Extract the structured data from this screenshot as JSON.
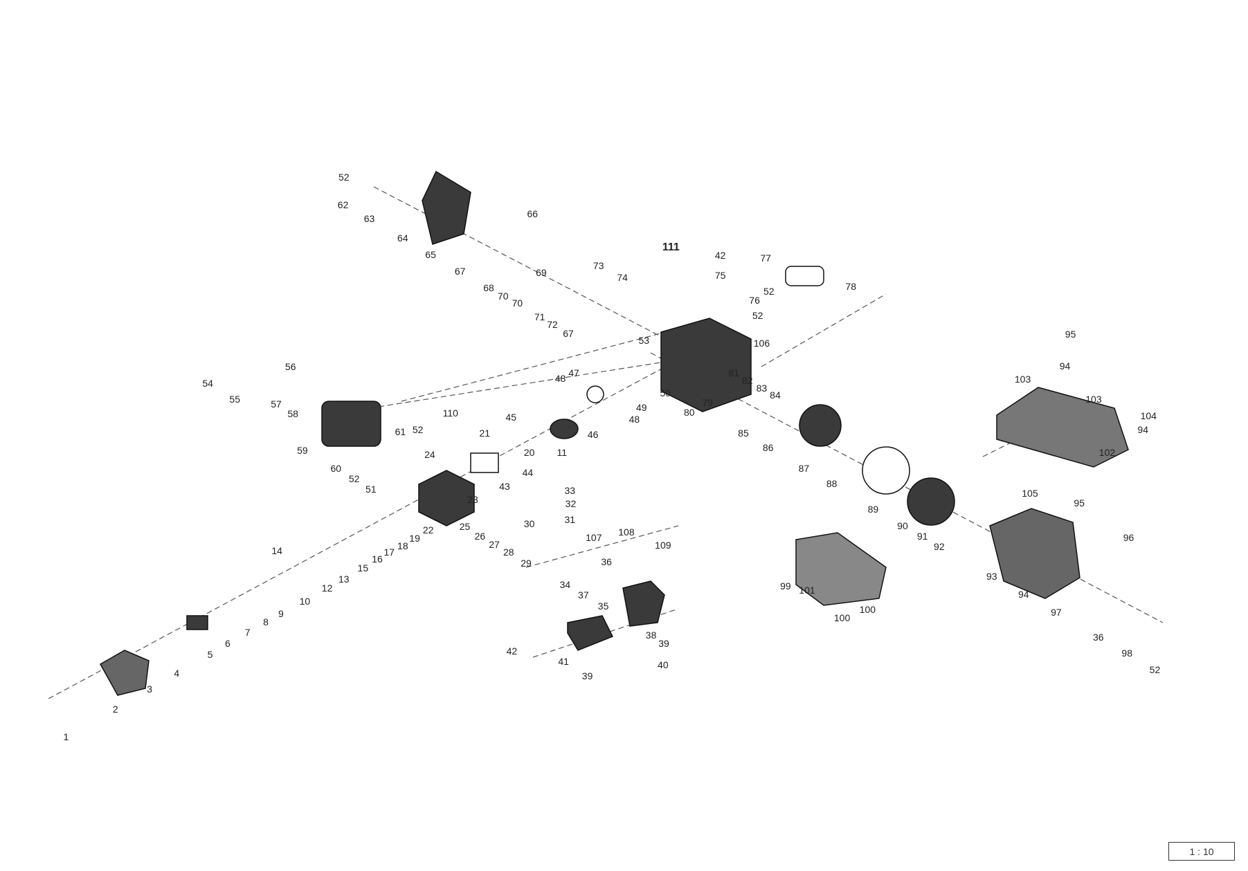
{
  "diagram": {
    "type": "exploded-parts-view",
    "scale": "1 : 10",
    "callouts": [
      "52",
      "62",
      "63",
      "64",
      "65",
      "66",
      "67",
      "68",
      "69",
      "70",
      "70",
      "71",
      "72",
      "73",
      "74",
      "67",
      "111",
      "42",
      "75",
      "77",
      "78",
      "52",
      "76",
      "52",
      "106",
      "53",
      "48",
      "47",
      "50",
      "49",
      "48",
      "81",
      "82",
      "83",
      "84",
      "79",
      "80",
      "85",
      "86",
      "87",
      "88",
      "89",
      "90",
      "91",
      "92",
      "93",
      "94",
      "97",
      "36",
      "98",
      "52",
      "96",
      "95",
      "105",
      "95",
      "94",
      "103",
      "103",
      "104",
      "94",
      "102",
      "99",
      "101",
      "100",
      "100",
      "56",
      "54",
      "55",
      "57",
      "58",
      "59",
      "60",
      "61",
      "110",
      "52",
      "52",
      "51",
      "24",
      "23",
      "45",
      "46",
      "21",
      "20",
      "11",
      "43",
      "44",
      "33",
      "32",
      "31",
      "30",
      "25",
      "26",
      "27",
      "28",
      "29",
      "22",
      "19",
      "18",
      "17",
      "16",
      "15",
      "14",
      "13",
      "12",
      "10",
      "9",
      "8",
      "7",
      "6",
      "5",
      "4",
      "3",
      "2",
      "1",
      "107",
      "108",
      "109",
      "36",
      "34",
      "37",
      "35",
      "38",
      "39",
      "40",
      "42",
      "41",
      "39"
    ]
  }
}
